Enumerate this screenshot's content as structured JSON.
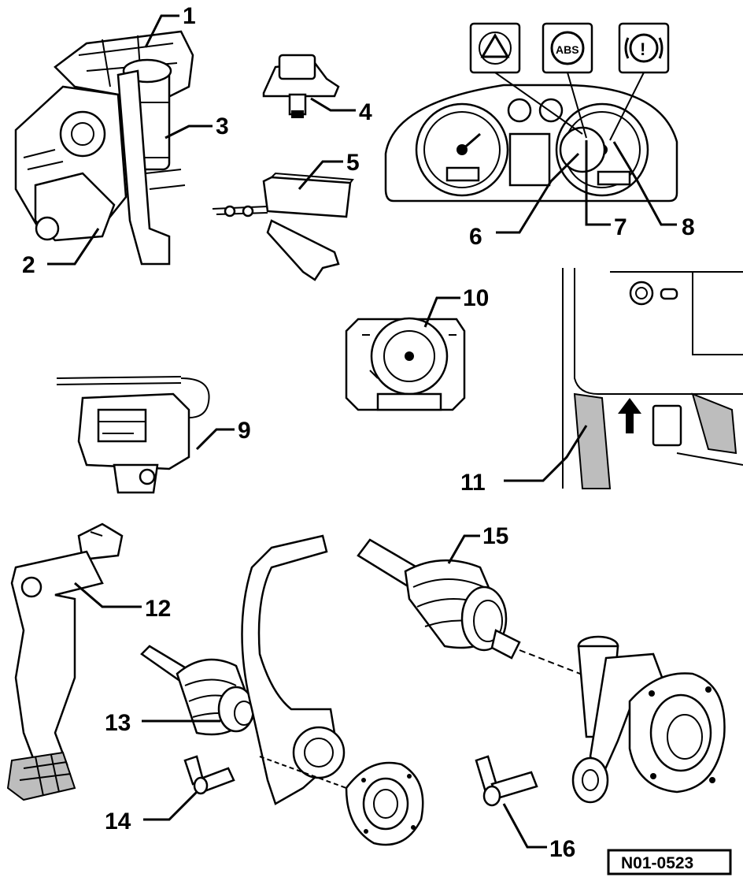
{
  "labels": {
    "c1": "1",
    "c2": "2",
    "c3": "3",
    "c4": "4",
    "c5": "5",
    "c6": "6",
    "c7": "7",
    "c8": "8",
    "c9": "9",
    "c10": "10",
    "c11": "11",
    "c12": "12",
    "c13": "13",
    "c14": "14",
    "c15": "15",
    "c16": "16"
  },
  "reference": "N01-0523",
  "warning_lamps": {
    "abs_text": "ABS",
    "brake_text": "!"
  }
}
